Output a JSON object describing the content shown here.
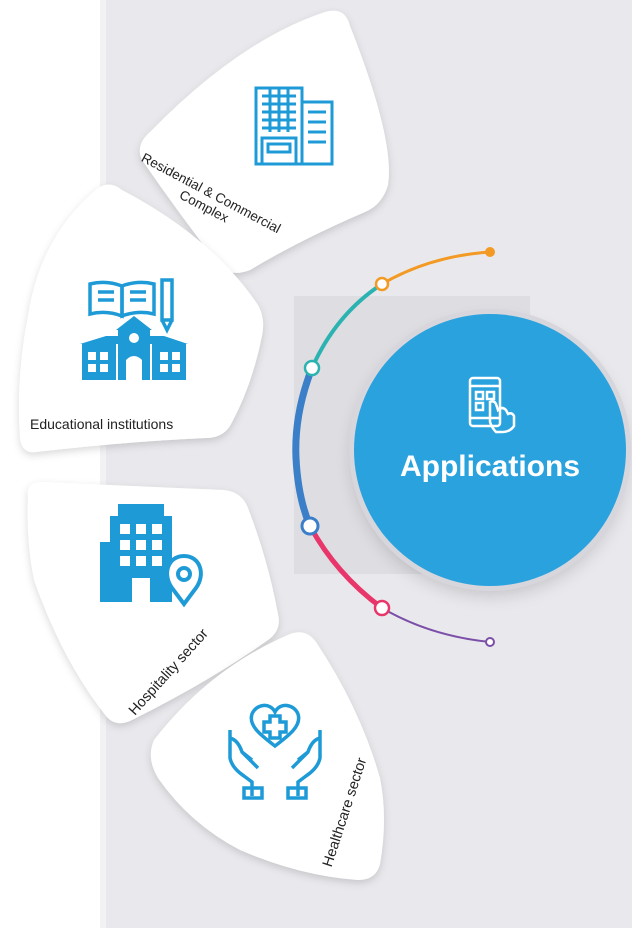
{
  "hub": {
    "title": "Applications",
    "icon": "touch-tablet-icon"
  },
  "items": [
    {
      "label_line1": "Residential & Commercial",
      "label_line2": "Complex",
      "icon": "buildings-icon"
    },
    {
      "label": "Educational institutions",
      "icon": "school-icon"
    },
    {
      "label": "Hospitality sector",
      "icon": "hotel-location-icon"
    },
    {
      "label": "Healthcare sector",
      "icon": "hands-heart-cross-icon"
    }
  ],
  "colors": {
    "icon_blue": "#1e9bd7",
    "hub_blue": "#29a2de",
    "arc_orange": "#f39a25",
    "arc_teal": "#2bb3b1",
    "arc_blue": "#3a7fc8",
    "arc_pink": "#e8356a",
    "arc_purple": "#7b4fa8"
  }
}
